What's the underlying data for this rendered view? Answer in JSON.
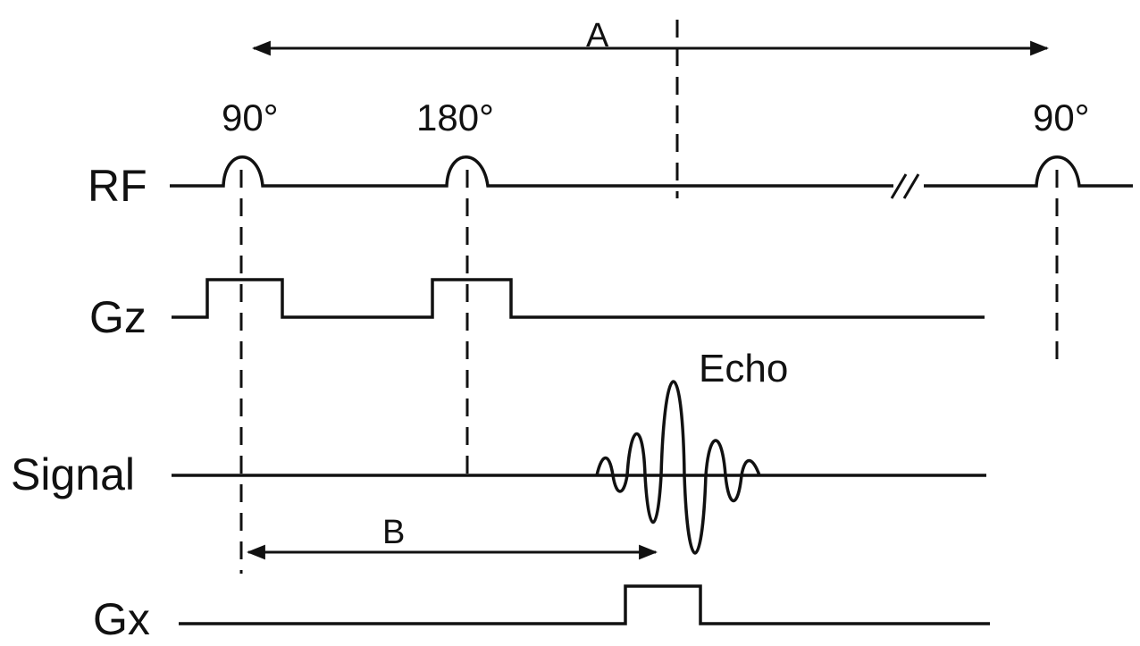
{
  "rows": {
    "rf": "RF",
    "gz": "Gz",
    "signal": "Signal",
    "gx": "Gx"
  },
  "pulses": {
    "first": "90°",
    "refocus": "180°",
    "next": "90°"
  },
  "labels": {
    "echo": "Echo",
    "repetition_marker": "A",
    "echo_time_marker": "B",
    "break_mark": "//"
  },
  "colors": {
    "ink": "#111111",
    "background": "#ffffff"
  }
}
